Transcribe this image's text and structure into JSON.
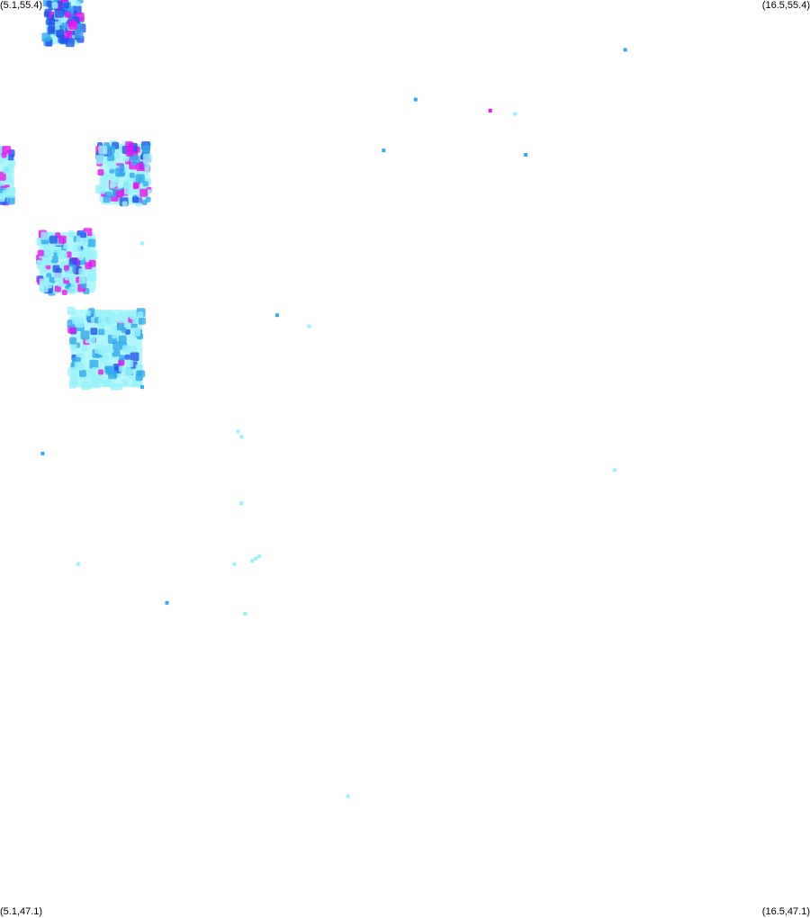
{
  "corners": {
    "top_left": "(5.1,55.4)",
    "top_right": "(16.5,55.4)",
    "bottom_left": "(5.1,47.1)",
    "bottom_right": "(16.5,47.1)"
  },
  "extent": {
    "lon": [
      5.1,
      16.5
    ],
    "lat": [
      47.1,
      55.4
    ]
  },
  "colors": {
    "low": "#99f3fa",
    "mid": "#33aaee",
    "high": "#2255ee",
    "max": "#ee11ee"
  },
  "clusters": [
    {
      "lon": [
        5.75,
        6.25
      ],
      "lat": [
        55.0,
        55.4
      ],
      "mix": [
        0.15,
        0.25,
        0.4,
        0.2
      ],
      "count": 90
    },
    {
      "lon": [
        6.5,
        7.2
      ],
      "lat": [
        53.55,
        54.1
      ],
      "mix": [
        0.45,
        0.2,
        0.1,
        0.25
      ],
      "count": 120
    },
    {
      "lon": [
        5.1,
        5.3
      ],
      "lat": [
        53.55,
        54.05
      ],
      "mix": [
        0.65,
        0.25,
        0.05,
        0.05
      ],
      "count": 35
    },
    {
      "lon": [
        5.65,
        6.45
      ],
      "lat": [
        52.75,
        53.3
      ],
      "mix": [
        0.6,
        0.15,
        0.1,
        0.15
      ],
      "count": 130
    },
    {
      "lon": [
        6.1,
        7.1
      ],
      "lat": [
        51.9,
        52.6
      ],
      "mix": [
        0.6,
        0.25,
        0.1,
        0.05
      ],
      "count": 150
    }
  ],
  "points": [
    {
      "lon": 13.9,
      "lat": 54.95,
      "level": "mid"
    },
    {
      "lon": 10.95,
      "lat": 54.5,
      "level": "mid"
    },
    {
      "lon": 12.0,
      "lat": 54.4,
      "level": "max"
    },
    {
      "lon": 12.35,
      "lat": 54.37,
      "level": "low"
    },
    {
      "lon": 12.5,
      "lat": 54.0,
      "level": "mid"
    },
    {
      "lon": 10.5,
      "lat": 54.04,
      "level": "mid"
    },
    {
      "lon": 7.2,
      "lat": 53.67,
      "level": "low"
    },
    {
      "lon": 7.1,
      "lat": 53.2,
      "level": "low"
    },
    {
      "lon": 9.0,
      "lat": 52.55,
      "level": "mid"
    },
    {
      "lon": 9.45,
      "lat": 52.45,
      "level": "low"
    },
    {
      "lon": 7.1,
      "lat": 51.9,
      "level": "mid"
    },
    {
      "lon": 8.45,
      "lat": 51.5,
      "level": "low"
    },
    {
      "lon": 8.5,
      "lat": 51.45,
      "level": "low"
    },
    {
      "lon": 5.7,
      "lat": 51.3,
      "level": "mid"
    },
    {
      "lon": 13.75,
      "lat": 51.15,
      "level": "low"
    },
    {
      "lon": 8.5,
      "lat": 50.85,
      "level": "low"
    },
    {
      "lon": 8.7,
      "lat": 50.35,
      "level": "low"
    },
    {
      "lon": 8.65,
      "lat": 50.33,
      "level": "low"
    },
    {
      "lon": 8.75,
      "lat": 50.37,
      "level": "low"
    },
    {
      "lon": 6.2,
      "lat": 50.3,
      "level": "low"
    },
    {
      "lon": 8.4,
      "lat": 50.3,
      "level": "low"
    },
    {
      "lon": 7.45,
      "lat": 49.95,
      "level": "mid"
    },
    {
      "lon": 8.55,
      "lat": 49.85,
      "level": "low"
    },
    {
      "lon": 10.0,
      "lat": 48.2,
      "level": "low"
    }
  ]
}
